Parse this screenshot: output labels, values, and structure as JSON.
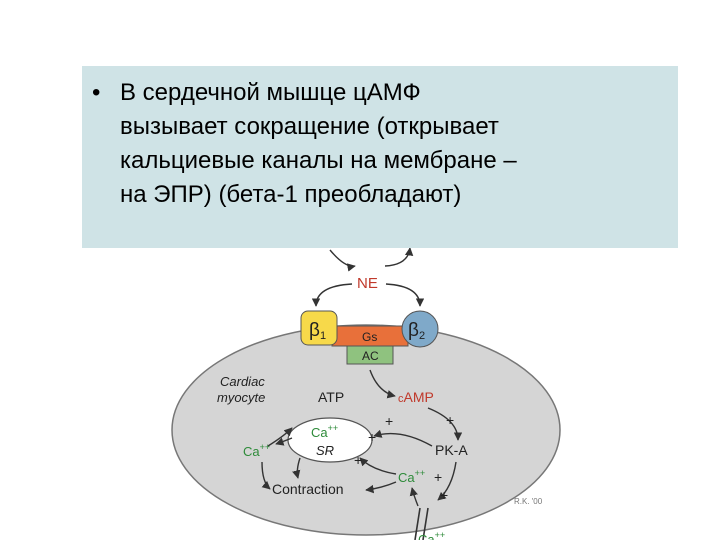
{
  "slide": {
    "bullet_symbol": "•",
    "bullet_text": "В сердечной мышце цАМФ\nвызывает сокращение (открывает\nкальциевые каналы на мембране –\nна ЭПР) (бета-1 преобладают)"
  },
  "diagram": {
    "ne_label": "NE",
    "beta1_label": "β",
    "beta1_sub": "1",
    "beta2_label": "β",
    "beta2_sub": "2",
    "gs_label": "Gs",
    "ac_label": "AC",
    "cell_label_line1": "Cardiac",
    "cell_label_line2": "myocyte",
    "atp_label": "ATP",
    "camp_prefix": "c",
    "camp_label": "AMP",
    "ca_inner": "Ca",
    "ca_inner_sup": "++",
    "sr_label": "SR",
    "ca_left": "Ca",
    "ca_left_sup": "++",
    "pka_label": "PK-A",
    "ca_right": "Ca",
    "ca_right_sup": "++",
    "ca_bottom": "Ca",
    "ca_bottom_sup": "++",
    "contraction_label": "Contraction",
    "plus_sign": "+",
    "credit": "R.K. '00",
    "colors": {
      "cell_fill": "#d5d5d5",
      "receptor_yellow": "#f7d94a",
      "receptor_blue": "#7fa9c9",
      "gs_orange": "#e8703a",
      "ac_green": "#8fc27f",
      "ne_red": "#c0392b",
      "camp_red": "#c0392b",
      "ca_green": "#2e8b3a"
    }
  }
}
